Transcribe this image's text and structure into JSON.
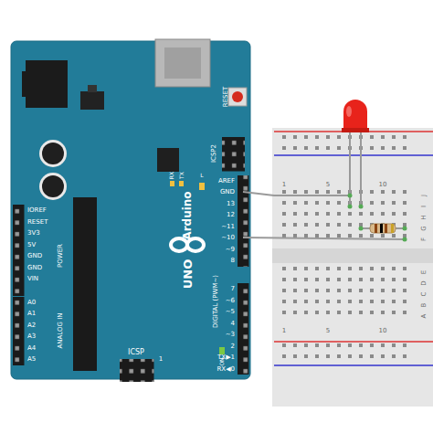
{
  "diagram": {
    "labels": [
      "RESET",
      "ICSP2",
      "TX",
      "RX",
      "L",
      "AREF",
      "GND",
      "13",
      "12",
      "~11",
      "~10",
      "~9",
      "8",
      "7",
      "~6",
      "~5",
      "4",
      "~3",
      "2",
      "TX▶1",
      "RX◀0",
      "IOREF",
      "RESET",
      "3V3",
      "5V",
      "GND",
      "GND",
      "VIN",
      "POWER",
      "A0",
      "A1",
      "A2",
      "A3",
      "A4",
      "A5",
      "ANALOG IN",
      "Arduino",
      "UNO",
      "DIGITAL (PWM~)",
      "ICSP",
      "1",
      "ON",
      "1",
      "5",
      "10",
      "1",
      "5",
      "10",
      "J",
      "I",
      "H",
      "G",
      "F",
      "E",
      "D",
      "C",
      "B",
      "A"
    ]
  }
}
